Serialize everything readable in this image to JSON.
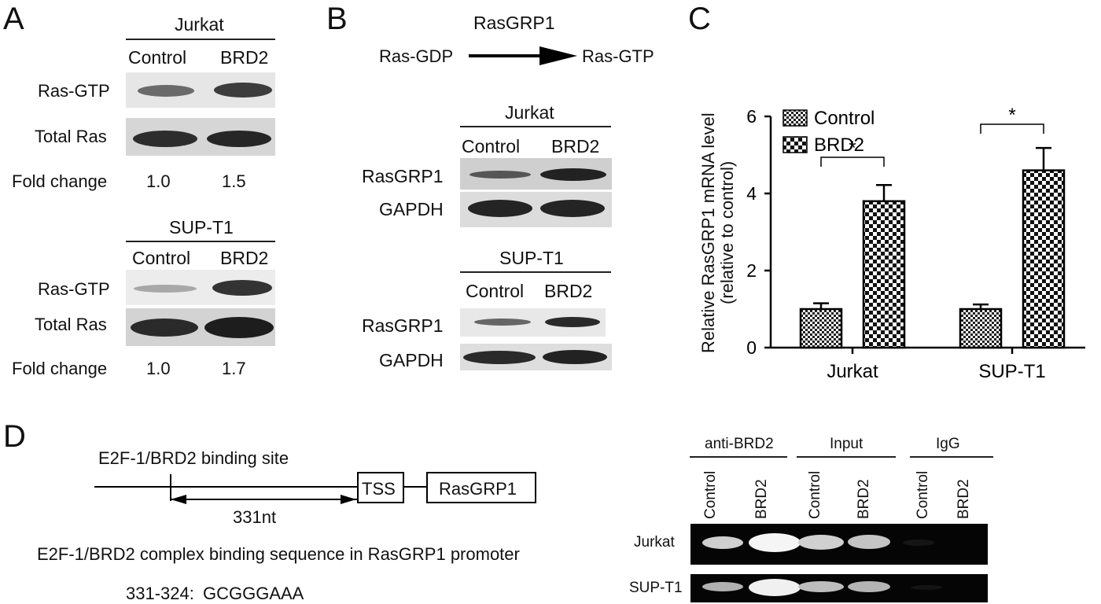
{
  "panels": {
    "a": "A",
    "b": "B",
    "c": "C",
    "d": "D"
  },
  "panel_a": {
    "blocks": [
      {
        "cell_line": "Jurkat",
        "lanes": [
          "Control",
          "BRD2"
        ],
        "rows": [
          "Ras-GTP",
          "Total Ras"
        ],
        "fold_label": "Fold change",
        "fold_values": [
          "1.0",
          "1.5"
        ]
      },
      {
        "cell_line": "SUP-T1",
        "lanes": [
          "Control",
          "BRD2"
        ],
        "rows": [
          "Ras-GTP",
          "Total Ras"
        ],
        "fold_label": "Fold change",
        "fold_values": [
          "1.0",
          "1.7"
        ]
      }
    ]
  },
  "panel_b": {
    "scheme": {
      "enzyme": "RasGRP1",
      "substrate": "Ras-GDP",
      "product": "Ras-GTP"
    },
    "blocks": [
      {
        "cell_line": "Jurkat",
        "lanes": [
          "Control",
          "BRD2"
        ],
        "rows": [
          "RasGRP1",
          "GAPDH"
        ]
      },
      {
        "cell_line": "SUP-T1",
        "lanes": [
          "Control",
          "BRD2"
        ],
        "rows": [
          "RasGRP1",
          "GAPDH"
        ]
      }
    ]
  },
  "chart_data": {
    "type": "bar",
    "categories": [
      "Jurkat",
      "SUP-T1"
    ],
    "series": [
      {
        "name": "Control",
        "values": [
          1.0,
          1.0
        ],
        "errors": [
          0.15,
          0.12
        ],
        "pattern": "fine-checker"
      },
      {
        "name": "BRD2",
        "values": [
          3.8,
          4.6
        ],
        "errors": [
          0.42,
          0.58
        ],
        "pattern": "coarse-checker"
      }
    ],
    "ylabel": "Relative RasGRP1 mRNA level",
    "ylabel2": "(relative to control)",
    "ylim": [
      0,
      6
    ],
    "yticks": [
      0,
      2,
      4,
      6
    ],
    "significance": [
      "*",
      "*"
    ],
    "legend": "top-left",
    "grid": false
  },
  "panel_d": {
    "site_label": "E2F-1/BRD2 binding site",
    "distance_label": "331nt",
    "tss_label": "TSS",
    "gene_label": "RasGRP1",
    "sequence_title": "E2F-1/BRD2 complex binding sequence in RasGRP1 promoter",
    "sequence_range": "331-324:",
    "sequence": "GCGGGAAA",
    "gel_groups": [
      "anti-BRD2",
      "Input",
      "IgG"
    ],
    "gel_lanes": [
      "Control",
      "BRD2",
      "Control",
      "BRD2",
      "Control",
      "BRD2"
    ],
    "gel_rows": [
      "Jurkat",
      "SUP-T1"
    ]
  }
}
